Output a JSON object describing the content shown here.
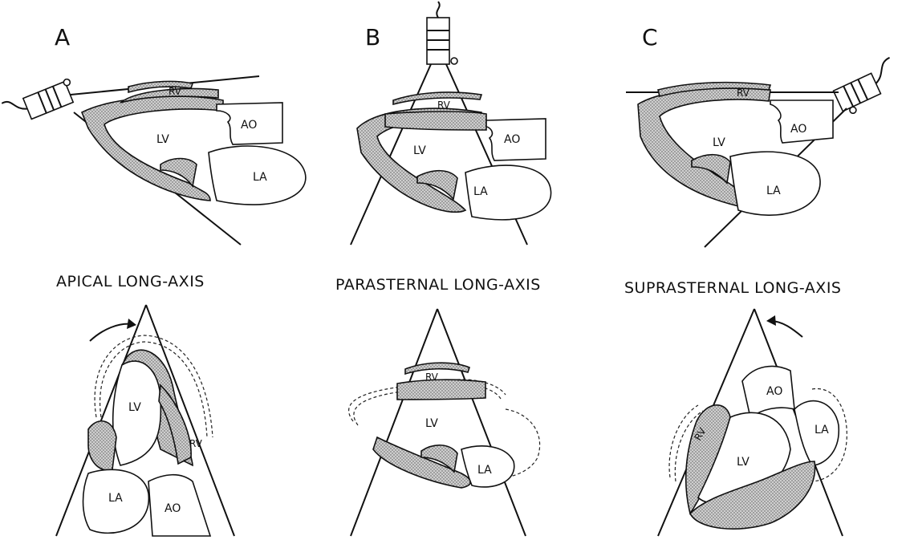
{
  "panels": [
    {
      "letter": "A",
      "title": "APICAL LONG-AXIS",
      "labels": {
        "rv": "RV",
        "lv": "LV",
        "ao": "AO",
        "la": "LA"
      },
      "bottom_labels": {
        "lv": "LV",
        "rv": "RV",
        "la": "LA",
        "ao": "AO"
      }
    },
    {
      "letter": "B",
      "title": "PARASTERNAL LONG-AXIS",
      "labels": {
        "rv": "RV",
        "lv": "LV",
        "ao": "AO",
        "la": "LA"
      },
      "bottom_labels": {
        "rv": "RV",
        "lv": "LV",
        "la": "LA"
      }
    },
    {
      "letter": "C",
      "title": "SUPRASTERNAL LONG-AXIS",
      "labels": {
        "rv": "RV",
        "lv": "LV",
        "ao": "AO",
        "la": "LA"
      },
      "bottom_labels": {
        "ao": "AO",
        "la": "LA",
        "rv": "RV",
        "lv": "LV"
      }
    }
  ]
}
